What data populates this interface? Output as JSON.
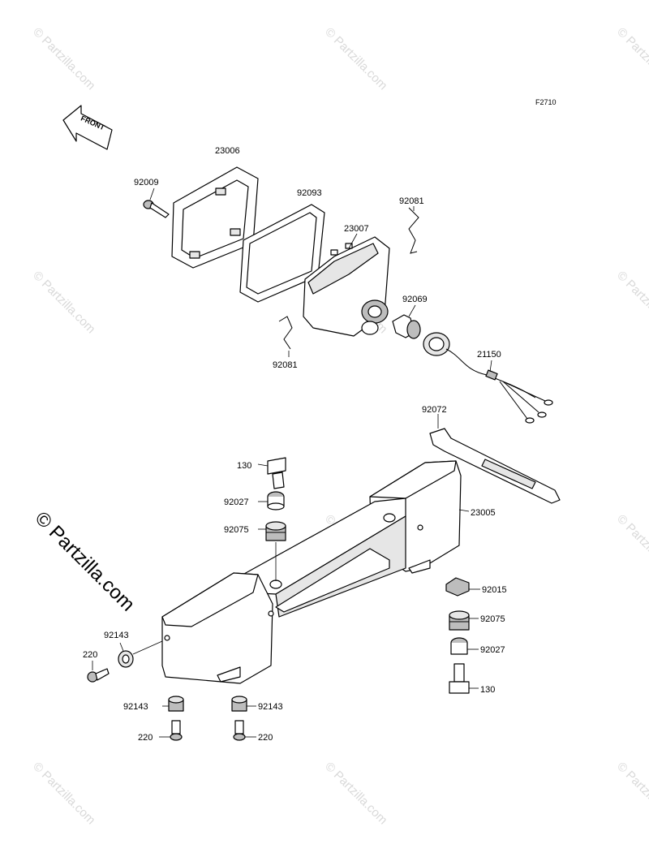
{
  "figure_code": "F2710",
  "front_label": "FRONT",
  "watermark_text": "© Partzilla.com",
  "watermark_main": "© Partzilla.com",
  "callouts": {
    "c23006": "23006",
    "c92009": "92009",
    "c92093": "92093",
    "c92081a": "92081",
    "c23007": "23007",
    "c92081b": "92081",
    "c92069": "92069",
    "c21150": "21150",
    "c92072": "92072",
    "c130a": "130",
    "c92027a": "92027",
    "c92075a": "92075",
    "c23005": "23005",
    "c92015": "92015",
    "c92075b": "92075",
    "c92027b": "92027",
    "c130b": "130",
    "c92143a": "92143",
    "c220a": "220",
    "c92143b": "92143",
    "c92143c": "92143",
    "c220b": "220",
    "c220c": "220"
  }
}
